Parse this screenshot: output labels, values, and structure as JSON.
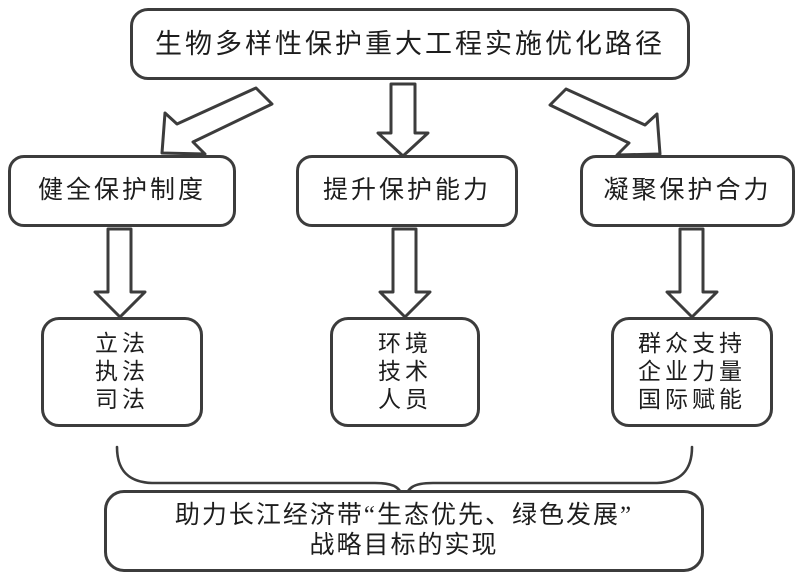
{
  "diagram": {
    "type": "flowchart",
    "orientation": "top-down",
    "line_color": "#3c3c3c",
    "background_color": "#ffffff",
    "title_node": {
      "label": "生物多样性保护重大工程实施优化路径"
    },
    "pillars": [
      {
        "label": "健全保护制度"
      },
      {
        "label": "提升保护能力"
      },
      {
        "label": "凝聚保护合力"
      }
    ],
    "details": [
      {
        "lines": [
          "立法",
          "执法",
          "司法"
        ]
      },
      {
        "lines": [
          "环境",
          "技术",
          "人员"
        ]
      },
      {
        "lines": [
          "群众支持",
          "企业力量",
          "国际赋能"
        ]
      }
    ],
    "goal_node": {
      "lines": [
        "助力长江经济带“生态优先、绿色发展”",
        "战略目标的实现"
      ]
    },
    "connectors": [
      {
        "name": "title-to-pillar-1",
        "style": "hollow-block-arrow",
        "direction": "down-left"
      },
      {
        "name": "title-to-pillar-2",
        "style": "hollow-block-arrow",
        "direction": "down"
      },
      {
        "name": "title-to-pillar-3",
        "style": "hollow-block-arrow",
        "direction": "down-right"
      },
      {
        "name": "pillar-1-to-detail-1",
        "style": "hollow-block-arrow",
        "direction": "down"
      },
      {
        "name": "pillar-2-to-detail-2",
        "style": "hollow-block-arrow",
        "direction": "down"
      },
      {
        "name": "pillar-3-to-detail-3",
        "style": "hollow-block-arrow",
        "direction": "down"
      },
      {
        "name": "details-to-goal-brace",
        "style": "curly-brace",
        "direction": "down"
      }
    ]
  }
}
